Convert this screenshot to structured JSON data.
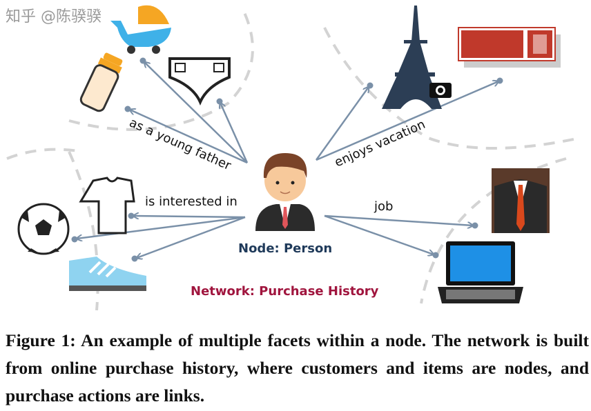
{
  "figure": {
    "labels": {
      "young_father": "as a young father",
      "vacation": "enjoys vacation",
      "interested": "is interested in",
      "job": "job"
    },
    "node_label": "Node: Person",
    "network_label": "Network: Purchase History",
    "colors": {
      "edge": "#7a90a8",
      "node_label": "#1f3a5a",
      "network_label": "#a0153e",
      "dashed": "#d0d0d0"
    },
    "icons": [
      "stroller-icon",
      "baby-bottle-icon",
      "diaper-icon",
      "eiffel-tower-icon",
      "camera-icon",
      "ticket-icon",
      "tshirt-icon",
      "soccer-ball-icon",
      "sneaker-icon",
      "person-icon",
      "suit-icon",
      "laptop-icon"
    ]
  },
  "caption": "Figure 1: An example of multiple facets within a node. The network is built from online purchase history, where customers and items are nodes, and purchase actions are links.",
  "watermark": "知乎 @陈骙骙"
}
